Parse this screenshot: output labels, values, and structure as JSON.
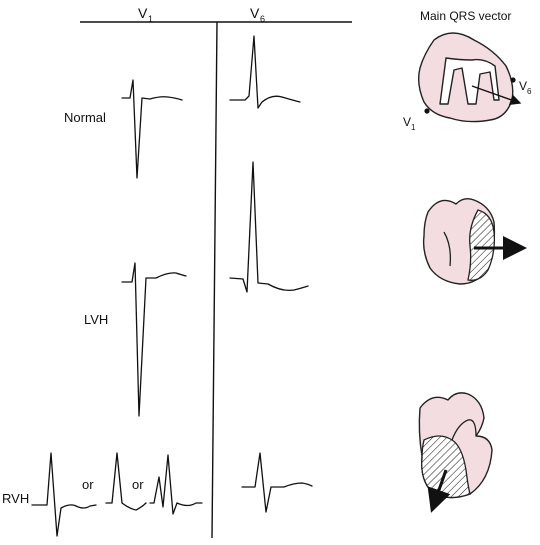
{
  "header": {
    "col1": "V",
    "col1_sub": "1",
    "col2": "V",
    "col2_sub": "6",
    "vector_title": "Main QRS vector"
  },
  "rows": {
    "normal": "Normal",
    "lvh": "LVH",
    "rvh": "RVH",
    "or_1": "or",
    "or_2": "or"
  },
  "normal_heart": {
    "v1": "V",
    "v1_sub": "1",
    "v6": "V",
    "v6_sub": "6"
  },
  "colors": {
    "heart_fill": "#f3dde0",
    "ink": "#111111"
  }
}
